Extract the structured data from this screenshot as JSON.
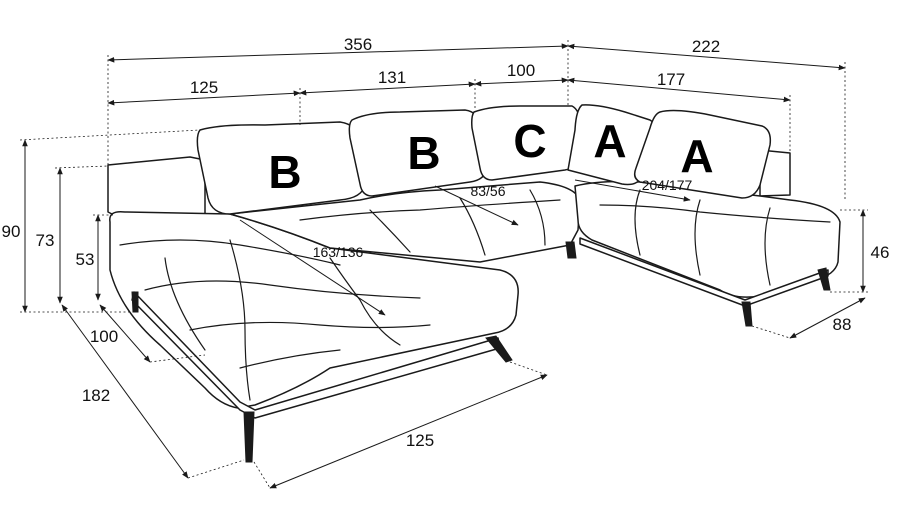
{
  "modules": [
    "B",
    "B",
    "C",
    "A",
    "A"
  ],
  "dimensions": {
    "total_width": "356",
    "right_depth": "222",
    "seg_b1": "125",
    "seg_b2": "131",
    "seg_c": "100",
    "seg_right": "177",
    "height_total": "90",
    "height_back": "73",
    "height_seat_left": "53",
    "height_seat_right": "46",
    "left_seat_depth": "100",
    "left_total_depth": "182",
    "left_front_width": "125",
    "right_end_width": "88"
  },
  "diagonals": {
    "chaise": "163/136",
    "middle": "83/56",
    "right": "204/177"
  }
}
